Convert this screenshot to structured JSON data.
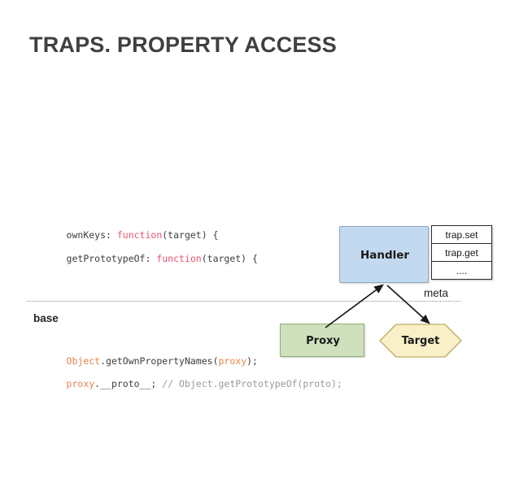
{
  "slide": {
    "title": "TRAPS. PROPERTY ACCESS",
    "background_color": "#ffffff",
    "title_color": "#404040"
  },
  "code": {
    "lines": [
      {
        "id": "code-line-1",
        "tokens": [
          {
            "text": "ownKeys: ",
            "kind": "ident"
          },
          {
            "text": "function",
            "kind": "keyword"
          },
          {
            "text": "(target) {",
            "kind": "ident"
          }
        ]
      },
      {
        "id": "code-line-2",
        "tokens": [
          {
            "text": "getPrototypeOf: ",
            "kind": "ident"
          },
          {
            "text": "function",
            "kind": "keyword"
          },
          {
            "text": "(target) {",
            "kind": "ident"
          }
        ]
      },
      {
        "id": "code-line-3",
        "tokens": [
          {
            "text": "Object",
            "kind": "object"
          },
          {
            "text": ".getOwnPropertyNames(",
            "kind": "ident"
          },
          {
            "text": "proxy",
            "kind": "object"
          },
          {
            "text": ");",
            "kind": "ident"
          }
        ]
      },
      {
        "id": "code-line-4",
        "tokens": [
          {
            "text": "proxy",
            "kind": "object"
          },
          {
            "text": ".__proto__; ",
            "kind": "ident"
          },
          {
            "text": "// Object.getPrototypeOf(proto);",
            "kind": "comment"
          }
        ]
      }
    ],
    "colors": {
      "keyword": "#e8556d",
      "object": "#e8834a",
      "identifier": "#3d3d3d",
      "comment": "#9a9a9a"
    }
  },
  "labels": {
    "base": "base",
    "meta": "meta"
  },
  "diagram": {
    "handler": {
      "label": "Handler",
      "fill": "#c3d9ef",
      "stroke": "#8fa9c4"
    },
    "traps": [
      {
        "label": "trap.set"
      },
      {
        "label": "trap.get"
      },
      {
        "label": "...."
      }
    ],
    "proxy": {
      "label": "Proxy",
      "fill": "#cfe0bd",
      "stroke": "#8fae77"
    },
    "target": {
      "label": "Target",
      "fill": "#faf0c8",
      "stroke": "#c9b87a"
    },
    "arrows": [
      {
        "name": "proxy-to-handler",
        "from": "Proxy",
        "to": "Handler"
      },
      {
        "name": "handler-to-target",
        "from": "Handler",
        "to": "Target"
      }
    ]
  }
}
